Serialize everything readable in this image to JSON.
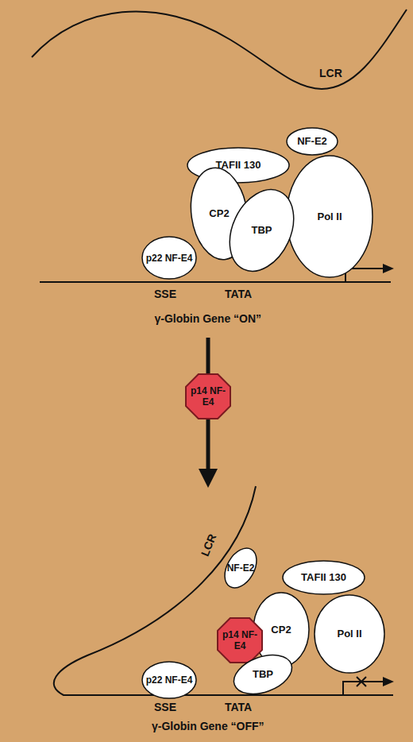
{
  "diagram": {
    "nodes": [
      {
        "text": [
          "NF-E2"
        ]
      },
      {
        "text": [
          "TAFII 130"
        ]
      },
      {
        "text": [
          "Pol II"
        ]
      },
      {
        "text": [
          "CP2"
        ]
      },
      {
        "text": [
          "TBP"
        ]
      },
      {
        "text": [
          "p22 NF-E4"
        ]
      },
      {
        "text": [
          "p14 NF-E4"
        ]
      },
      {
        "text": [
          "NF-E2"
        ]
      },
      {
        "text": [
          "TAFII 130"
        ]
      },
      {
        "text": [
          "CP2"
        ]
      },
      {
        "text": [
          "p14 NF-E4"
        ]
      },
      {
        "text": [
          "Pol II"
        ]
      },
      {
        "text": [
          "TBP"
        ]
      },
      {
        "text": [
          "p22 NF-E4"
        ]
      }
    ],
    "labels": [
      "LCR",
      "SSE",
      "TATA",
      "γ-Globin Gene “ON”",
      "LCR",
      "SSE",
      "TATA",
      "γ-Globin Gene “OFF”"
    ]
  }
}
